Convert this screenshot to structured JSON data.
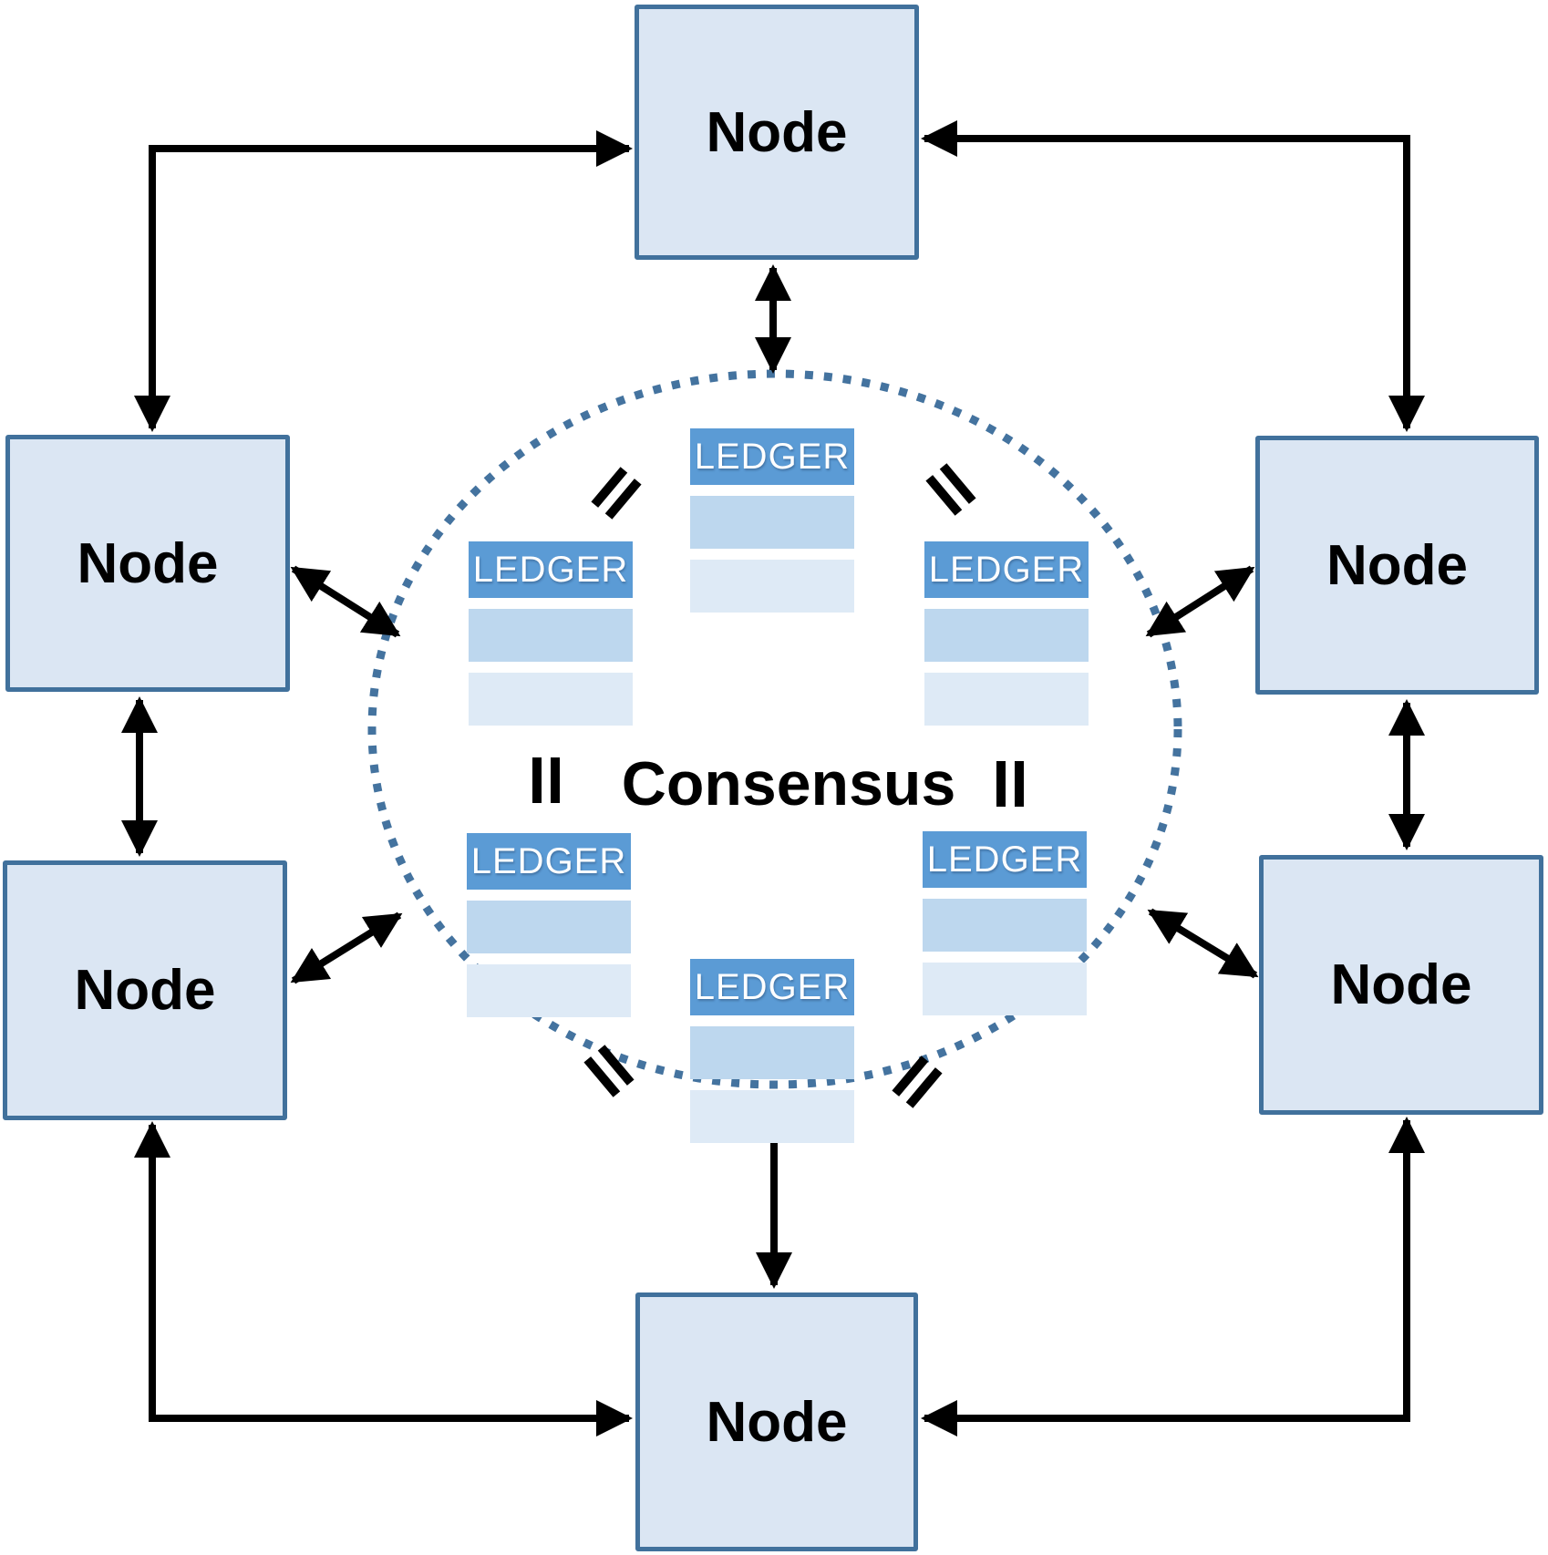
{
  "diagram": {
    "type": "peer-to-peer distributed ledger consensus network",
    "consensus_label": "Consensus",
    "equals_symbol": "=",
    "nodes": [
      {
        "id": "top",
        "label": "Node"
      },
      {
        "id": "upper-left",
        "label": "Node"
      },
      {
        "id": "upper-right",
        "label": "Node"
      },
      {
        "id": "lower-left",
        "label": "Node"
      },
      {
        "id": "lower-right",
        "label": "Node"
      },
      {
        "id": "bottom",
        "label": "Node"
      }
    ],
    "ledgers": [
      {
        "id": "top",
        "title": "LEDGER",
        "row_count": 2
      },
      {
        "id": "upper-left",
        "title": "LEDGER",
        "row_count": 2
      },
      {
        "id": "upper-right",
        "title": "LEDGER",
        "row_count": 2
      },
      {
        "id": "lower-left",
        "title": "LEDGER",
        "row_count": 2
      },
      {
        "id": "lower-right",
        "title": "LEDGER",
        "row_count": 2
      },
      {
        "id": "bottom",
        "title": "LEDGER",
        "row_count": 2
      }
    ]
  },
  "colors": {
    "node_fill": "#dbe6f3",
    "node_border": "#41719c",
    "ledger_header": "#5b9bd5",
    "ledger_row1": "#bdd7ee",
    "ledger_row2": "#deeaf6",
    "circle": "#44739f",
    "arrow": "#000000"
  }
}
